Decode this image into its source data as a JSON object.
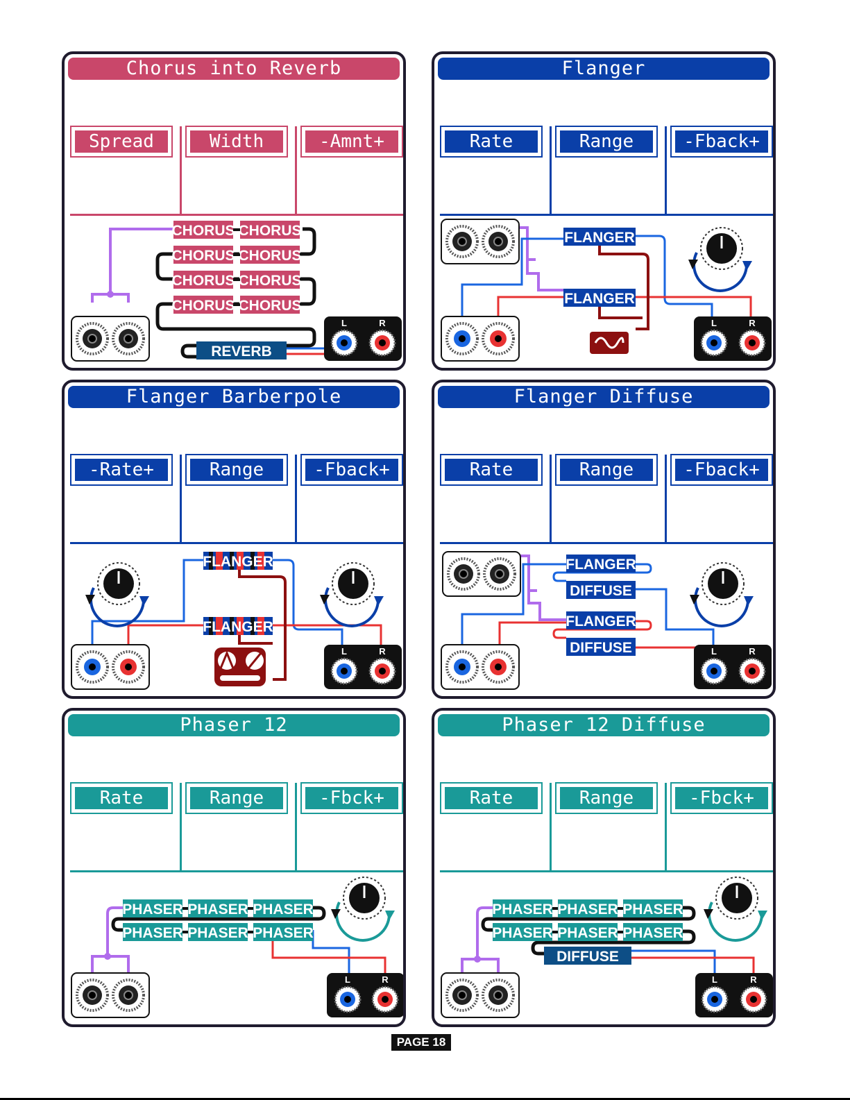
{
  "colors": {
    "chorus": "#c9476a",
    "flanger": "#0a3fa8",
    "phaser": "#1a9a98",
    "reverb": "#0d4e86",
    "cable_left": "#1a66e0",
    "cable_right": "#e83232",
    "cable_mono": "#b06cec",
    "mod": "#8c1010"
  },
  "panels": [
    {
      "title": "Chorus into Reverb",
      "params": [
        "Spread",
        "Width",
        "-Amnt+"
      ]
    },
    {
      "title": "Flanger",
      "params": [
        "Rate",
        "Range",
        "-Fback+"
      ]
    },
    {
      "title": "Flanger Barberpole",
      "params": [
        "-Rate+",
        "Range",
        "-Fback+"
      ]
    },
    {
      "title": "Flanger Diffuse",
      "params": [
        "Rate",
        "Range",
        "-Fback+"
      ]
    },
    {
      "title": "Phaser 12",
      "params": [
        "Rate",
        "Range",
        "-Fbck+"
      ]
    },
    {
      "title": "Phaser 12 Diffuse",
      "params": [
        "Rate",
        "Range",
        "-Fbck+"
      ]
    }
  ],
  "blocks": {
    "chorus": "CHORUS",
    "reverb": "REVERB",
    "flanger": "FLANGER",
    "diffuse": "DIFFUSE",
    "phaser": "PHASER"
  },
  "jacks": {
    "left": "L",
    "right": "R"
  },
  "icons": [
    "jack-pair-icon",
    "knob-icon",
    "lfo-sine-icon",
    "ramp-icon"
  ],
  "footer": {
    "page": "PAGE 18"
  }
}
